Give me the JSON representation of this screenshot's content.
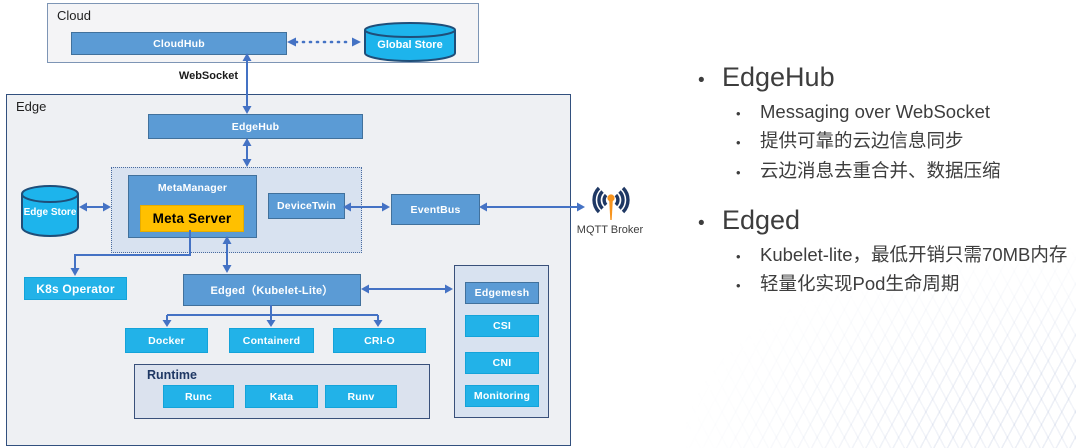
{
  "cloud": {
    "label": "Cloud",
    "cloudhub": "CloudHub",
    "global_store": "Global Store"
  },
  "websocket_label": "WebSocket",
  "edge": {
    "label": "Edge",
    "edgehub": "EdgeHub",
    "meta_manager": "MetaManager",
    "meta_server": "Meta Server",
    "device_twin": "DeviceTwin",
    "event_bus": "EventBus",
    "edge_store": "Edge Store",
    "k8s_operator": "K8s Operator",
    "edged": "Edged（Kubelet-Lite）",
    "container_runtimes": [
      "Docker",
      "Containerd",
      "CRI-O"
    ],
    "runtime": {
      "label": "Runtime",
      "items": [
        "Runc",
        "Kata",
        "Runv"
      ]
    },
    "addons": [
      "Edgemesh",
      "CSI",
      "CNI",
      "Monitoring"
    ]
  },
  "mqtt": {
    "label": "MQTT Broker"
  },
  "notes": [
    {
      "title": "EdgeHub",
      "bullets": [
        "Messaging over WebSocket",
        "提供可靠的云边信息同步",
        "云边消息去重合并、数据压缩"
      ]
    },
    {
      "title": "Edged",
      "bullets": [
        "Kubelet-lite，最低开销只需70MB内存",
        "轻量化实现Pod生命周期"
      ]
    }
  ],
  "colors": {
    "box_blue": "#5b9bd5",
    "box_blue_border": "#41719c",
    "cyan": "#22b2e8",
    "orange": "#ffc000",
    "arrow_blue": "#4472c4",
    "navy": "#1f3864"
  }
}
